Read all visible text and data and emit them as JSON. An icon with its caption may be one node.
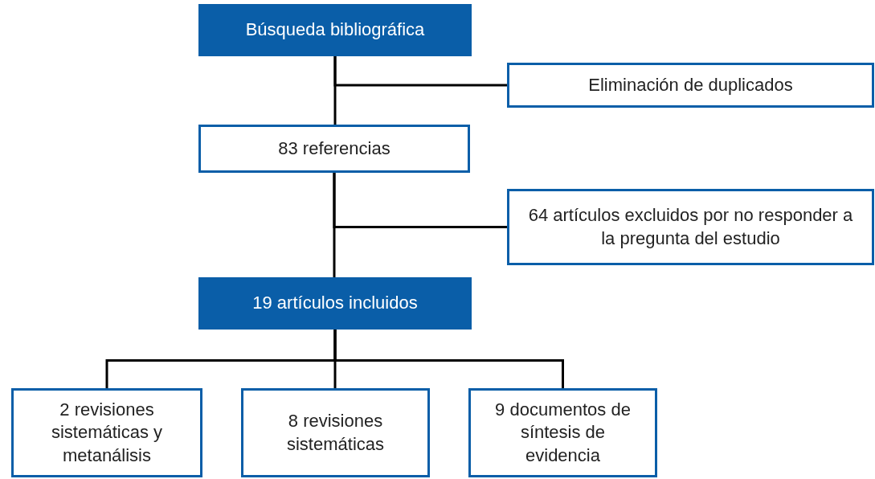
{
  "diagram": {
    "nodes": [
      {
        "text": [
          "Búsqueda bibliográfica"
        ]
      },
      {
        "text": [
          "Eliminación de duplicados"
        ]
      },
      {
        "text": [
          "83 referencias"
        ]
      },
      {
        "text": [
          "64 artículos excluidos por no responder a la pregunta del estudio"
        ]
      },
      {
        "text": [
          "19 artículos incluidos"
        ]
      },
      {
        "text": [
          "2 revisiones sistemáticas y metanálisis"
        ]
      },
      {
        "text": [
          "8 revisiones sistemáticas"
        ]
      },
      {
        "text": [
          "9 documentos de síntesis de evidencia"
        ]
      }
    ],
    "edges": [
      {
        "from": 0,
        "to": 2,
        "arrow": "none"
      },
      {
        "from": 0,
        "to": 1,
        "arrow": "none"
      },
      {
        "from": 2,
        "to": 4,
        "arrow": "none"
      },
      {
        "from": 2,
        "to": 3,
        "arrow": "none"
      },
      {
        "from": 4,
        "to": 5,
        "arrow": "none"
      },
      {
        "from": 4,
        "to": 6,
        "arrow": "none"
      },
      {
        "from": 4,
        "to": 7,
        "arrow": "none"
      }
    ]
  }
}
